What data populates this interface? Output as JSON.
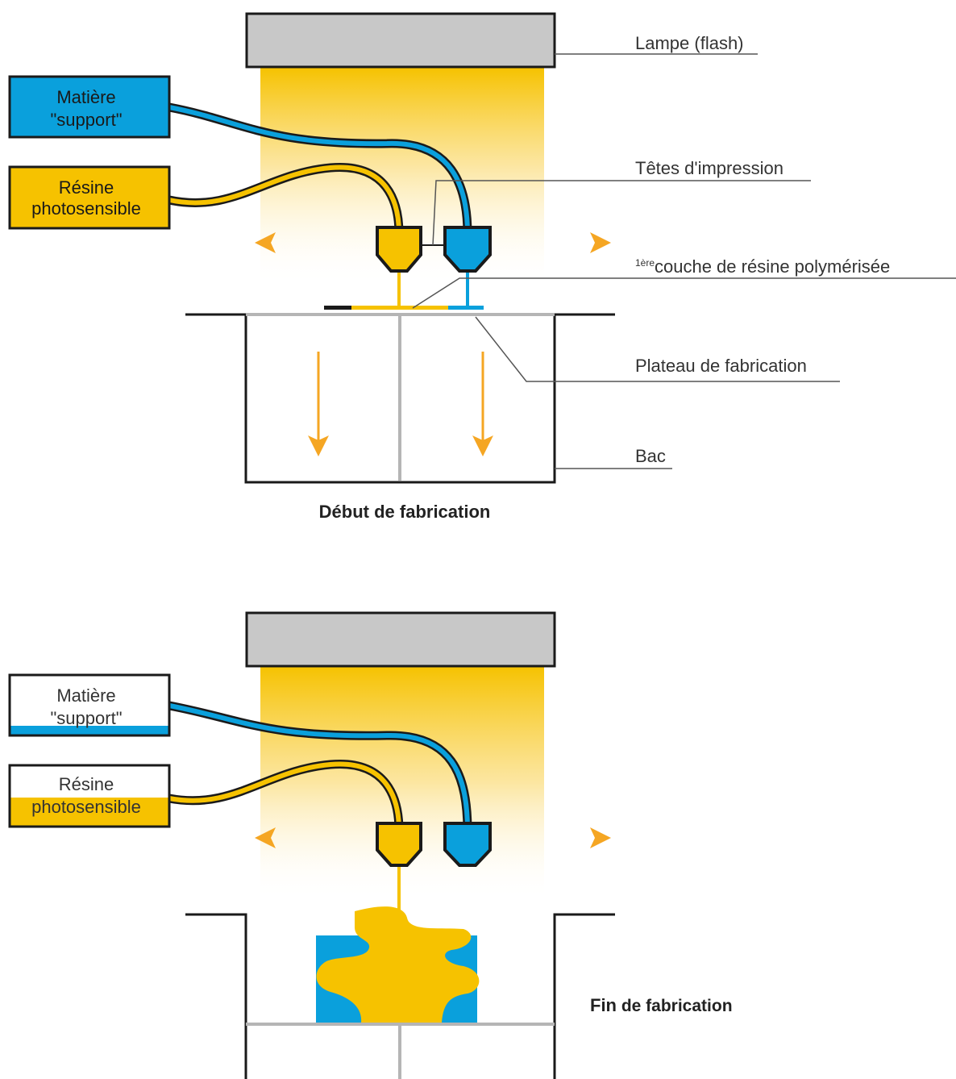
{
  "labels": {
    "lamp": "Lampe (flash)",
    "heads": "Têtes d'impression",
    "layer_sup": "1ère",
    "layer_rest": " couche de résine polymérisée",
    "plate": "Plateau de fabrication",
    "tank": "Bac"
  },
  "boxes": {
    "support_line1": "Matière",
    "support_line2": "\"support\"",
    "resin_line1": "Résine",
    "resin_line2": "photosensible"
  },
  "captions": {
    "start": "Début de fabrication",
    "end_bold": "Fin",
    "end_rest": " de fabrication"
  },
  "colors": {
    "support_blue": "#0aa0dc",
    "resin_yellow": "#f6c200",
    "lamp_gray": "#c8c8c8",
    "arrow_orange": "#f5a623"
  }
}
